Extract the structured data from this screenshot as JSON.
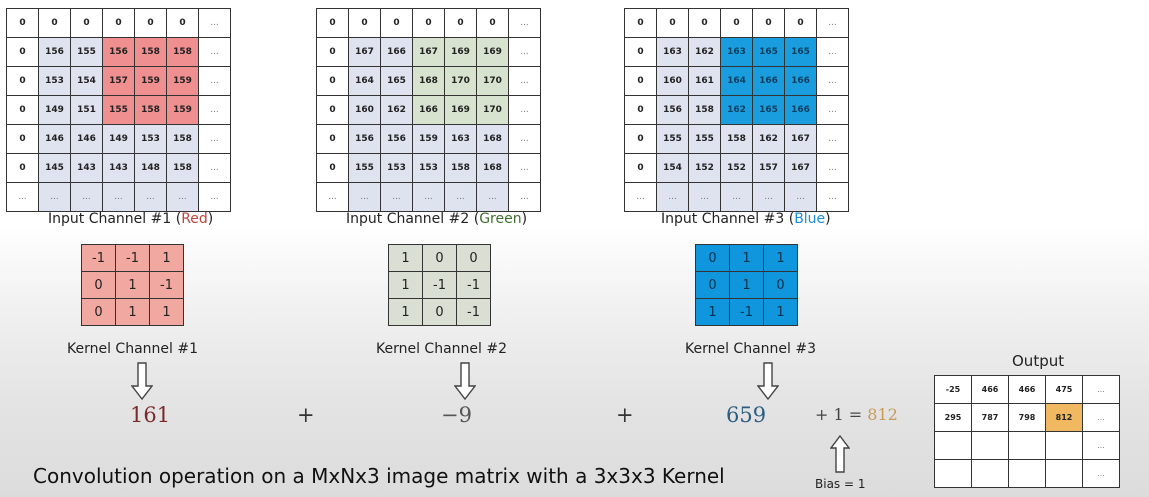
{
  "inputs": [
    {
      "label_prefix": "Input Channel #1 (",
      "label_color_word": "Red",
      "label_suffix": ")",
      "rows": [
        [
          "0",
          "0",
          "0",
          "0",
          "0",
          "0",
          "..."
        ],
        [
          "0",
          "156",
          "155",
          "156",
          "158",
          "158",
          "..."
        ],
        [
          "0",
          "153",
          "154",
          "157",
          "159",
          "159",
          "..."
        ],
        [
          "0",
          "149",
          "151",
          "155",
          "158",
          "159",
          "..."
        ],
        [
          "0",
          "146",
          "146",
          "149",
          "153",
          "158",
          "..."
        ],
        [
          "0",
          "145",
          "143",
          "143",
          "148",
          "158",
          "..."
        ],
        [
          "...",
          "...",
          "...",
          "...",
          "...",
          "...",
          "..."
        ]
      ]
    },
    {
      "label_prefix": "Input Channel #2 (",
      "label_color_word": "Green",
      "label_suffix": ")",
      "rows": [
        [
          "0",
          "0",
          "0",
          "0",
          "0",
          "0",
          "..."
        ],
        [
          "0",
          "167",
          "166",
          "167",
          "169",
          "169",
          "..."
        ],
        [
          "0",
          "164",
          "165",
          "168",
          "170",
          "170",
          "..."
        ],
        [
          "0",
          "160",
          "162",
          "166",
          "169",
          "170",
          "..."
        ],
        [
          "0",
          "156",
          "156",
          "159",
          "163",
          "168",
          "..."
        ],
        [
          "0",
          "155",
          "153",
          "153",
          "158",
          "168",
          "..."
        ],
        [
          "...",
          "...",
          "...",
          "...",
          "...",
          "...",
          "..."
        ]
      ]
    },
    {
      "label_prefix": "Input Channel #3 (",
      "label_color_word": "Blue",
      "label_suffix": ")",
      "rows": [
        [
          "0",
          "0",
          "0",
          "0",
          "0",
          "0",
          "..."
        ],
        [
          "0",
          "163",
          "162",
          "163",
          "165",
          "165",
          "..."
        ],
        [
          "0",
          "160",
          "161",
          "164",
          "166",
          "166",
          "..."
        ],
        [
          "0",
          "156",
          "158",
          "162",
          "165",
          "166",
          "..."
        ],
        [
          "0",
          "155",
          "155",
          "158",
          "162",
          "167",
          "..."
        ],
        [
          "0",
          "154",
          "152",
          "152",
          "157",
          "167",
          "..."
        ],
        [
          "...",
          "...",
          "...",
          "...",
          "...",
          "...",
          "..."
        ]
      ]
    }
  ],
  "kernels": [
    {
      "label": "Kernel Channel #1",
      "rows": [
        [
          "-1",
          "-1",
          "1"
        ],
        [
          "0",
          "1",
          "-1"
        ],
        [
          "0",
          "1",
          "1"
        ]
      ]
    },
    {
      "label": "Kernel Channel #2",
      "rows": [
        [
          "1",
          "0",
          "0"
        ],
        [
          "1",
          "-1",
          "-1"
        ],
        [
          "1",
          "0",
          "-1"
        ]
      ]
    },
    {
      "label": "Kernel Channel #3",
      "rows": [
        [
          "0",
          "1",
          "1"
        ],
        [
          "0",
          "1",
          "0"
        ],
        [
          "1",
          "-1",
          "1"
        ]
      ]
    }
  ],
  "results": [
    "161",
    "−9",
    "659"
  ],
  "operators": [
    "+",
    "+"
  ],
  "sum_prefix": "+ 1 =",
  "sum_result": "812",
  "bias_label": "Bias = 1",
  "output": {
    "label": "Output",
    "rows": [
      [
        "-25",
        "466",
        "466",
        "475",
        "..."
      ],
      [
        "295",
        "787",
        "798",
        "812",
        "..."
      ],
      [
        "",
        "",
        "",
        "",
        "..."
      ],
      [
        "",
        "",
        "",
        "",
        "..."
      ]
    ]
  },
  "caption": "Convolution operation on a MxNx3 image matrix with a 3x3x3 Kernel",
  "colors": {
    "red_highlight": "#ef8f8f",
    "green_highlight": "#d7e2cf",
    "blue_highlight": "#1a9ddf",
    "output_highlight": "#f0b860",
    "red_result": "#7a2a2a",
    "green_result": "#555555",
    "blue_result": "#2c5d80"
  }
}
